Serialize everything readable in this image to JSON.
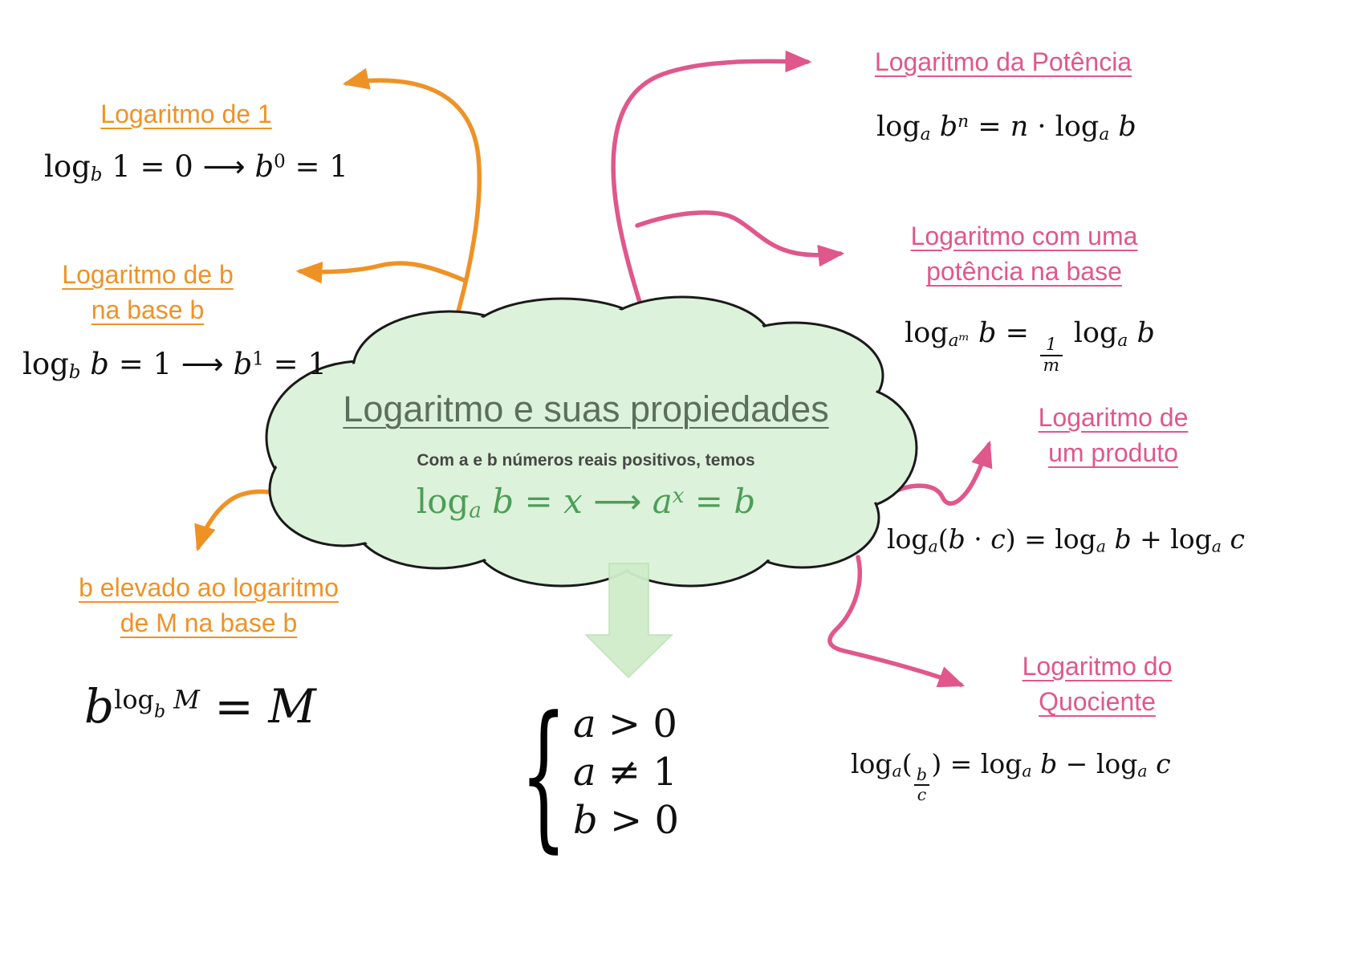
{
  "center": {
    "title": "Logaritmo e suas propiedades",
    "subtitle": "Com a e b números reais positivos, temos",
    "formula": [
      {
        "t": "log",
        "s": ""
      },
      {
        "t": "a",
        "s": "sub"
      },
      {
        "t": " ",
        "s": ""
      },
      {
        "t": "b",
        "s": "var"
      },
      {
        "t": " = ",
        "s": ""
      },
      {
        "t": "x",
        "s": "var"
      },
      {
        "t": " ",
        "s": ""
      },
      {
        "t": "⟶",
        "s": "arrow"
      },
      {
        "t": " ",
        "s": ""
      },
      {
        "t": "a",
        "s": "var"
      },
      {
        "t": "x",
        "s": "supvar"
      },
      {
        "t": " = ",
        "s": ""
      },
      {
        "t": "b",
        "s": "var"
      }
    ]
  },
  "brace": "{",
  "conditions": [
    [
      {
        "t": "a",
        "s": "var"
      },
      {
        "t": " > 0",
        "s": ""
      }
    ],
    [
      {
        "t": "a",
        "s": "var"
      },
      {
        "t": " ≠ 1",
        "s": ""
      }
    ],
    [
      {
        "t": "b",
        "s": "var"
      },
      {
        "t": " > 0",
        "s": ""
      }
    ]
  ],
  "left_branches": [
    {
      "label": "Logaritmo de 1",
      "formula": [
        {
          "t": "log",
          "s": ""
        },
        {
          "t": "b",
          "s": "sub"
        },
        {
          "t": " 1 = 0 ",
          "s": ""
        },
        {
          "t": "⟶",
          "s": "arrow"
        },
        {
          "t": " ",
          "s": ""
        },
        {
          "t": "b",
          "s": "var"
        },
        {
          "t": "0",
          "s": "sup"
        },
        {
          "t": " = 1",
          "s": ""
        }
      ]
    },
    {
      "label": "Logaritmo de b\nna base b",
      "formula": [
        {
          "t": "log",
          "s": ""
        },
        {
          "t": "b",
          "s": "sub"
        },
        {
          "t": " ",
          "s": ""
        },
        {
          "t": "b",
          "s": "var"
        },
        {
          "t": " = 1 ",
          "s": ""
        },
        {
          "t": "⟶",
          "s": "arrow"
        },
        {
          "t": " ",
          "s": ""
        },
        {
          "t": "b",
          "s": "var"
        },
        {
          "t": "1",
          "s": "sup"
        },
        {
          "t": " = 1",
          "s": ""
        }
      ]
    },
    {
      "label": "b elevado ao logaritmo\nde M na base b",
      "formula": [
        {
          "t": "b",
          "s": "var"
        },
        {
          "t": "log",
          "s": "exp"
        },
        {
          "t": "b",
          "s": "expsub"
        },
        {
          "t": " M",
          "s": "expvar"
        },
        {
          "t": " = ",
          "s": ""
        },
        {
          "t": "M",
          "s": "var"
        }
      ]
    }
  ],
  "right_branches": [
    {
      "label": "Logaritmo da Potência",
      "formula": [
        {
          "t": "log",
          "s": ""
        },
        {
          "t": "a",
          "s": "sub"
        },
        {
          "t": " ",
          "s": ""
        },
        {
          "t": "b",
          "s": "var"
        },
        {
          "t": "n",
          "s": "supvar"
        },
        {
          "t": " = ",
          "s": ""
        },
        {
          "t": "n",
          "s": "var"
        },
        {
          "t": " · ",
          "s": ""
        },
        {
          "t": "log",
          "s": ""
        },
        {
          "t": "a",
          "s": "sub"
        },
        {
          "t": " ",
          "s": ""
        },
        {
          "t": "b",
          "s": "var"
        }
      ]
    },
    {
      "label": "Logaritmo com uma\npotência na base",
      "formula": [
        {
          "t": "log",
          "s": ""
        },
        {
          "t": "aᵐ",
          "s": "sub"
        },
        {
          "t": " ",
          "s": ""
        },
        {
          "t": "b",
          "s": "var"
        },
        {
          "t": " = ",
          "s": ""
        },
        {
          "t": "1|m",
          "s": "frac"
        },
        {
          "t": " ",
          "s": ""
        },
        {
          "t": "log",
          "s": ""
        },
        {
          "t": "a",
          "s": "sub"
        },
        {
          "t": " ",
          "s": ""
        },
        {
          "t": "b",
          "s": "var"
        }
      ]
    },
    {
      "label": "Logaritmo de\num produto",
      "formula": [
        {
          "t": "log",
          "s": ""
        },
        {
          "t": "a",
          "s": "sub"
        },
        {
          "t": "(",
          "s": ""
        },
        {
          "t": "b",
          "s": "var"
        },
        {
          "t": " · ",
          "s": ""
        },
        {
          "t": "c",
          "s": "var"
        },
        {
          "t": ") = ",
          "s": ""
        },
        {
          "t": "log",
          "s": ""
        },
        {
          "t": "a",
          "s": "sub"
        },
        {
          "t": " ",
          "s": ""
        },
        {
          "t": "b",
          "s": "var"
        },
        {
          "t": " + ",
          "s": ""
        },
        {
          "t": "log",
          "s": ""
        },
        {
          "t": "a",
          "s": "sub"
        },
        {
          "t": " ",
          "s": ""
        },
        {
          "t": "c",
          "s": "var"
        }
      ]
    },
    {
      "label": "Logaritmo do\nQuociente",
      "formula": [
        {
          "t": "log",
          "s": ""
        },
        {
          "t": "a",
          "s": "sub"
        },
        {
          "t": "(",
          "s": ""
        },
        {
          "t": "b|c",
          "s": "frac"
        },
        {
          "t": ") = ",
          "s": ""
        },
        {
          "t": "log",
          "s": ""
        },
        {
          "t": "a",
          "s": "sub"
        },
        {
          "t": " ",
          "s": ""
        },
        {
          "t": "b",
          "s": "var"
        },
        {
          "t": " − ",
          "s": ""
        },
        {
          "t": "log",
          "s": ""
        },
        {
          "t": "a",
          "s": "sub"
        },
        {
          "t": " ",
          "s": ""
        },
        {
          "t": "c",
          "s": "var"
        }
      ]
    }
  ],
  "colors": {
    "orange": "#EF9226",
    "pink": "#E0578C",
    "cloud_fill": "#DDF2DA",
    "cloud_title": "#5C6F5C",
    "center_formula_green": "#4C9E58",
    "down_arrow_fill": "#CFEDCA"
  }
}
